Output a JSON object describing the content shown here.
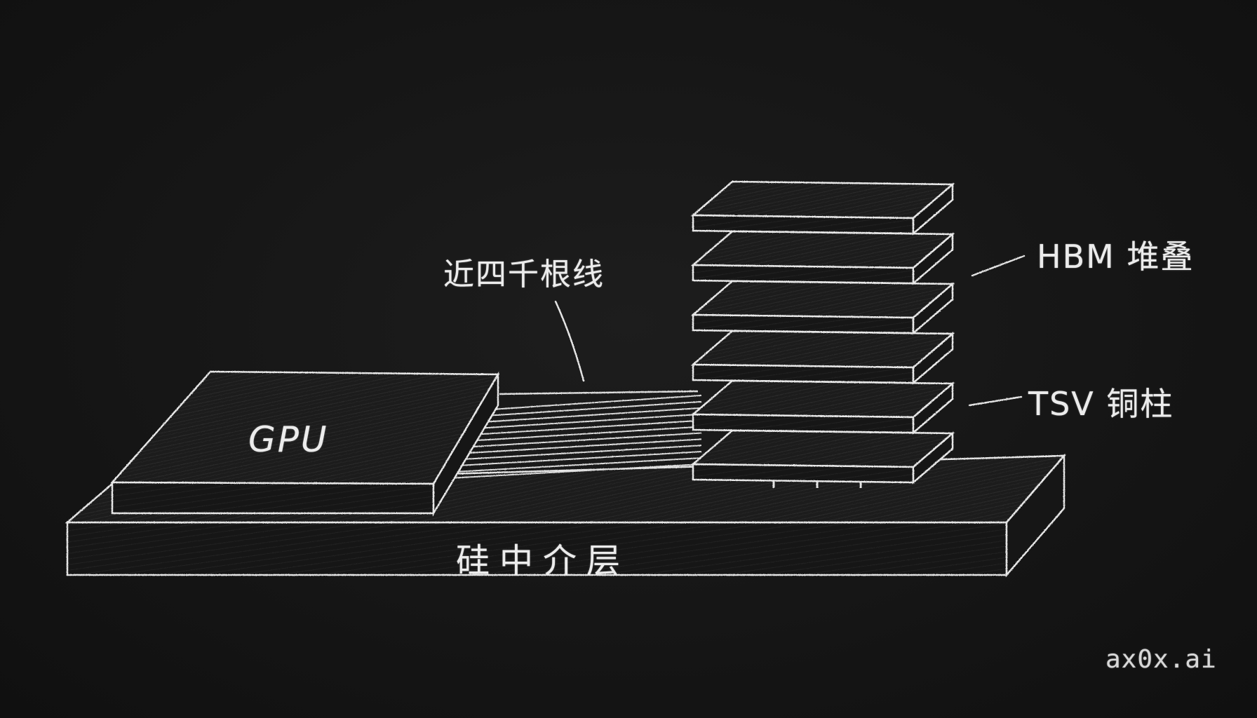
{
  "labels": {
    "wires": "近四千根线",
    "hbm": "HBM 堆叠",
    "tsv": "TSV 铜柱",
    "gpu": "GPU",
    "interposer": "硅中介层"
  },
  "watermark": "ax0x.ai",
  "style": {
    "background": "#161616",
    "chalk": "#ececec",
    "fill": "#1c1c1c"
  },
  "hbm_layer_count": 6,
  "tsv_pillars_per_gap": 3
}
